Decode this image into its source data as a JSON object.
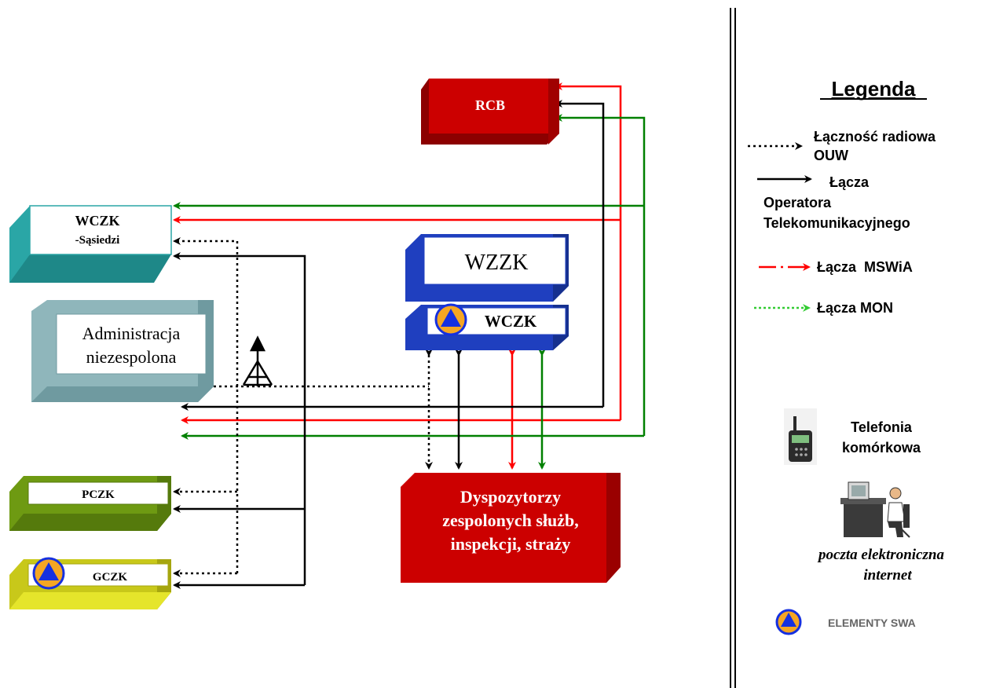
{
  "nodes": {
    "rcb": {
      "label": "RCB"
    },
    "wczk_sasiedzi": {
      "label": "WCZK",
      "sublabel": "-Sąsiedzi"
    },
    "administracja": {
      "label_line1": "Administracja",
      "label_line2": "niezespolona"
    },
    "wzzk": {
      "label": "WZZK"
    },
    "wczk": {
      "label": "WCZK"
    },
    "pczk": {
      "label": "PCZK"
    },
    "gczk": {
      "label": "GCZK"
    },
    "dyspozytorzy": {
      "line1": "Dyspozytorzy",
      "line2": "zespolonych służb,",
      "line3": "inspekcji, straży"
    }
  },
  "legend": {
    "title": "Legenda",
    "radio": {
      "line1": "Łączność radiowa",
      "line2": "OUW"
    },
    "operator": {
      "line1": "Łącza",
      "line2": "Operatora",
      "line3": "Telekomunikacyjnego"
    },
    "mswia": "Łącza  MSWiA",
    "mon": "Łącza MON",
    "telefonia": {
      "line1": "Telefonia",
      "line2": "komórkowa"
    },
    "poczta": {
      "line1": "poczta elektroniczna",
      "line2": "internet"
    },
    "swa": "ELEMENTY SWA"
  },
  "colors": {
    "red_link": "#ff0000",
    "green_link": "#008000",
    "black_link": "#000000",
    "rcb_fill": "#cc0000",
    "teal_fill": "#2aa6a6",
    "grey_fill": "#8fb6bb",
    "blue_fill": "#1f3fbf",
    "olive_fill": "#6e9a12",
    "yellow_fill": "#c8c81a",
    "swa_orange": "#f5a623",
    "swa_blue": "#1530e0"
  }
}
